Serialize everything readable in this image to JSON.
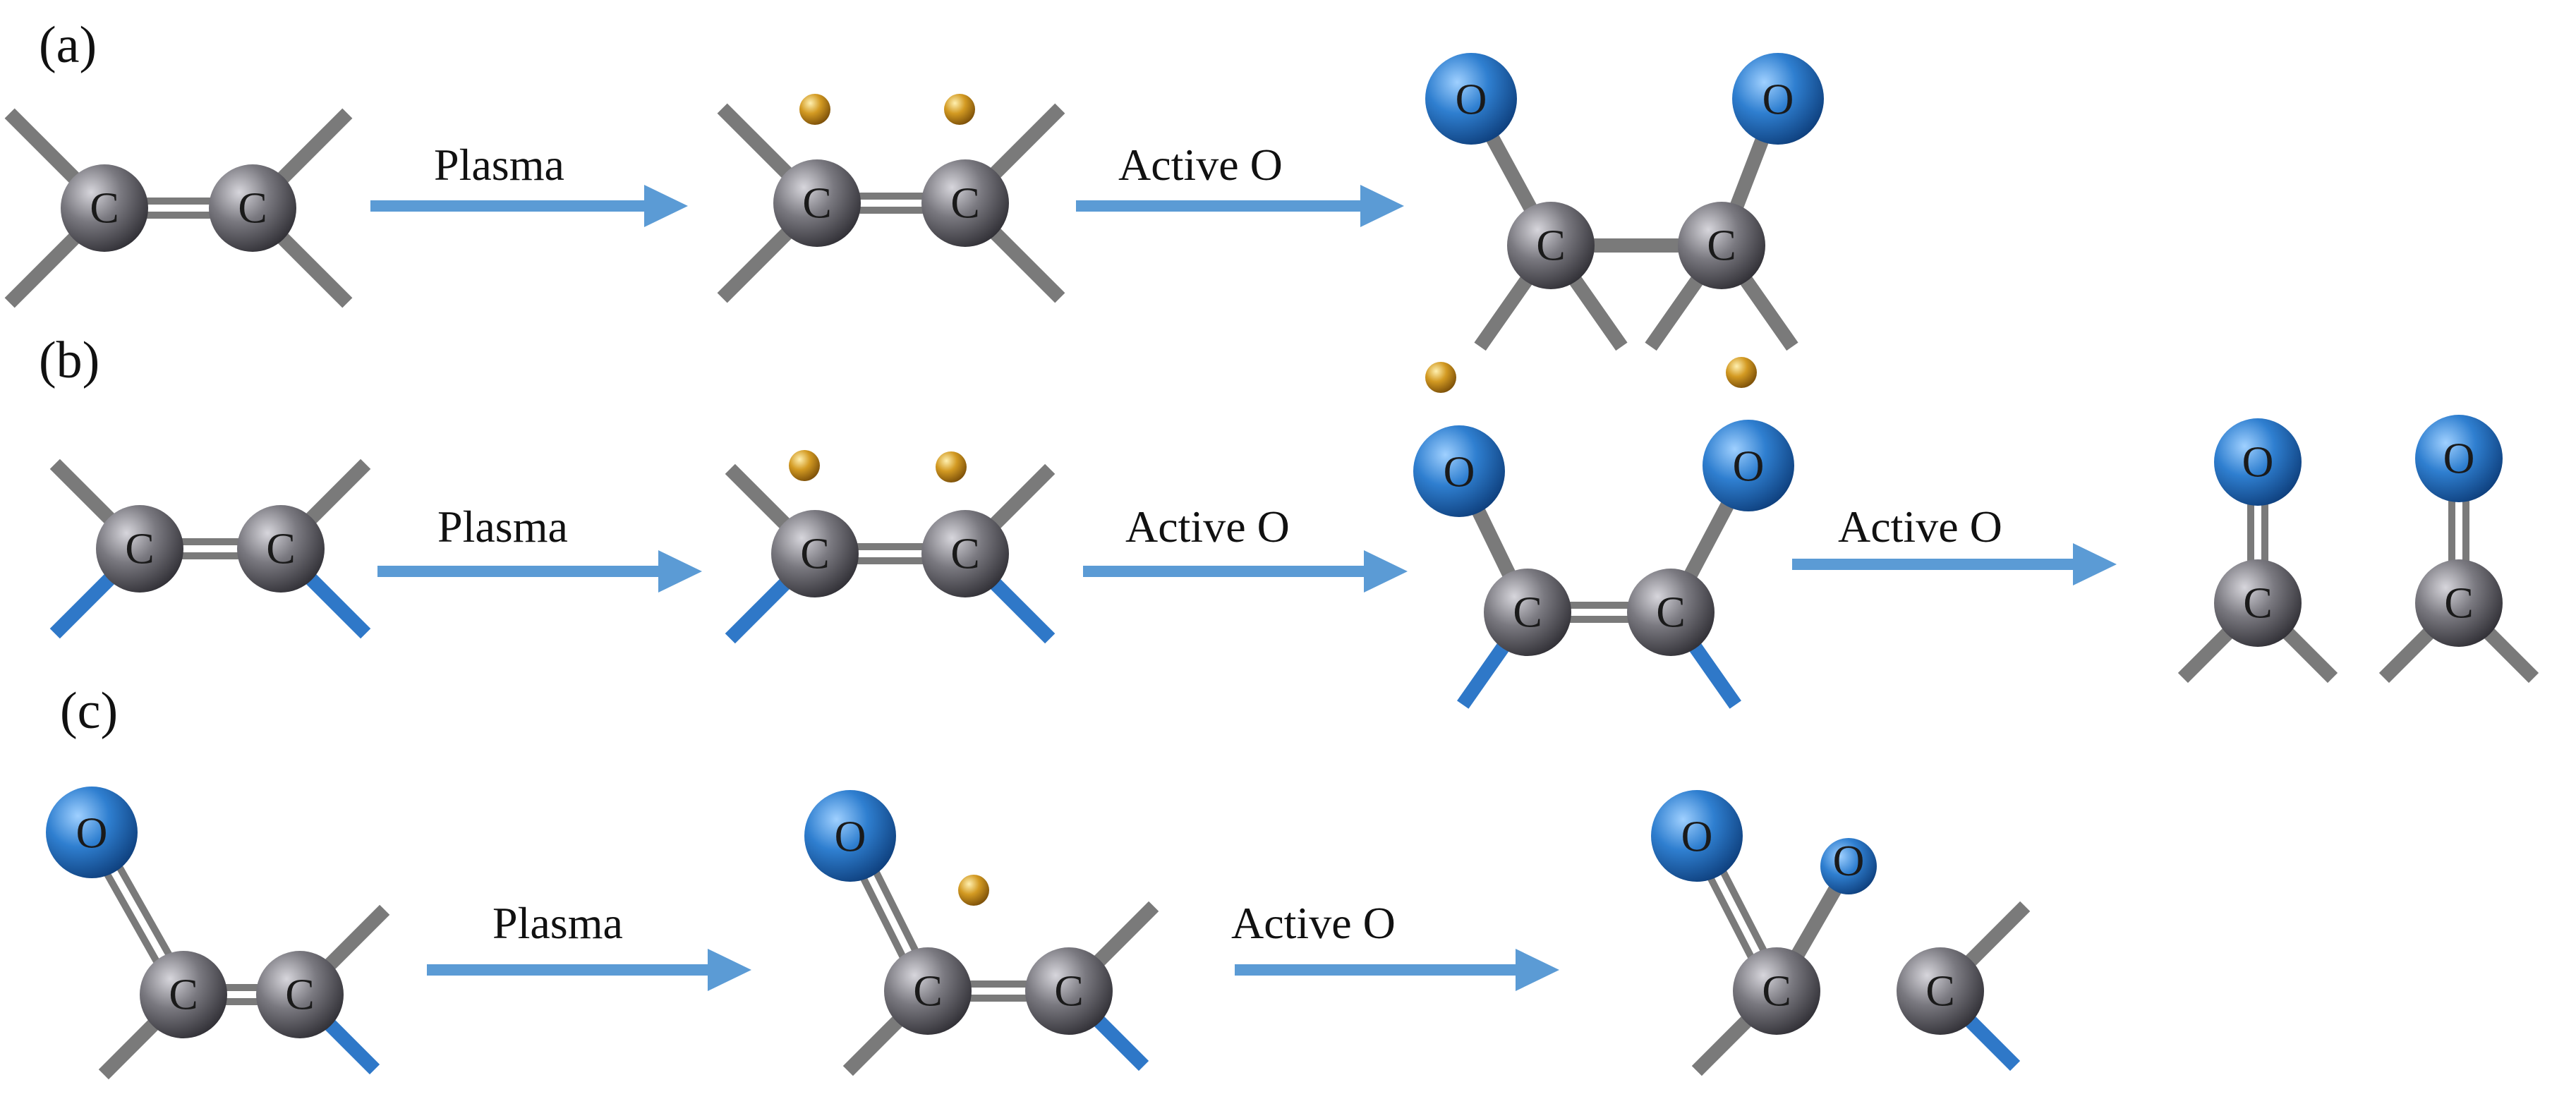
{
  "panels": [
    {
      "label": "(a)",
      "steps": [
        "Plasma",
        "Active O"
      ]
    },
    {
      "label": "(b)",
      "steps": [
        "Plasma",
        "Active O",
        "Active O"
      ]
    },
    {
      "label": "(c)",
      "steps": [
        "Plasma",
        "Active O"
      ]
    }
  ],
  "atoms": {
    "carbon": "C",
    "oxygen": "O"
  },
  "colors": {
    "carbon": "#6f6e74",
    "oxygen": "#2f7fd0",
    "arrow": "#5b9bd5",
    "bond_gray": "#7a7a7a",
    "bond_blue": "#2f78c8",
    "radical": "#d39a22"
  }
}
